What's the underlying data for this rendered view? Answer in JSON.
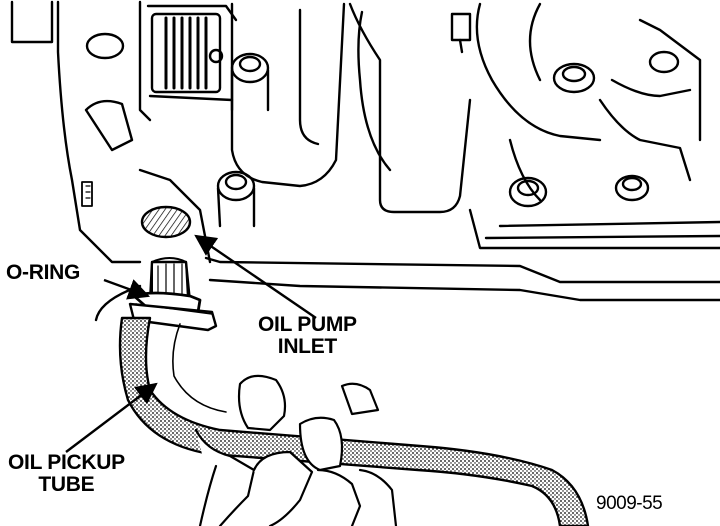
{
  "labels": {
    "o_ring": "O-RING",
    "oil_pump_inlet_line1": "OIL PUMP",
    "oil_pump_inlet_line2": "INLET",
    "oil_pickup_tube_line1": "OIL PICKUP",
    "oil_pickup_tube_line2": "TUBE",
    "figure_code": "9009-55"
  },
  "colors": {
    "ink": "#000000",
    "paper": "#ffffff"
  }
}
